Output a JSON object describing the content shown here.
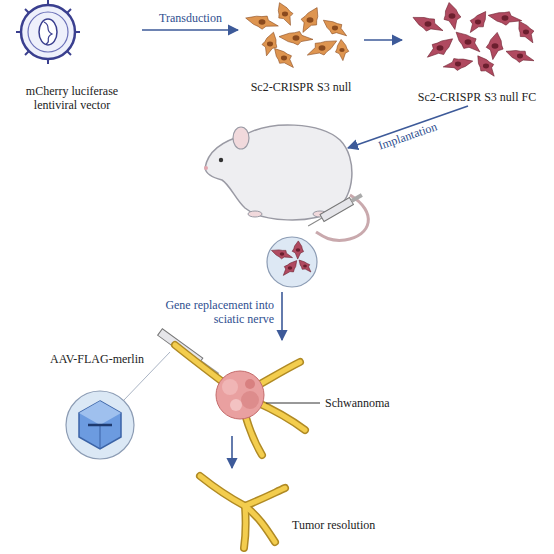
{
  "diagram": {
    "nodes": [
      {
        "text": [
          "mCherry luciferase lentiviral vector"
        ]
      },
      {
        "text": [
          "Sc2-CRISPR S3 null"
        ]
      },
      {
        "text": [
          "Sc2-CRISPR S3 null FC"
        ]
      }
    ],
    "edges": [
      {
        "from": 0,
        "to": 1,
        "label": "Transduction",
        "arrow": "to"
      },
      {
        "from": 1,
        "to": 2,
        "arrow": "to"
      }
    ],
    "labels": [
      "Implantation",
      "Gene replacement into sciatic nerve",
      "AAV-FLAG-merlin",
      "Schwannoma",
      "Tumor resolution"
    ]
  }
}
